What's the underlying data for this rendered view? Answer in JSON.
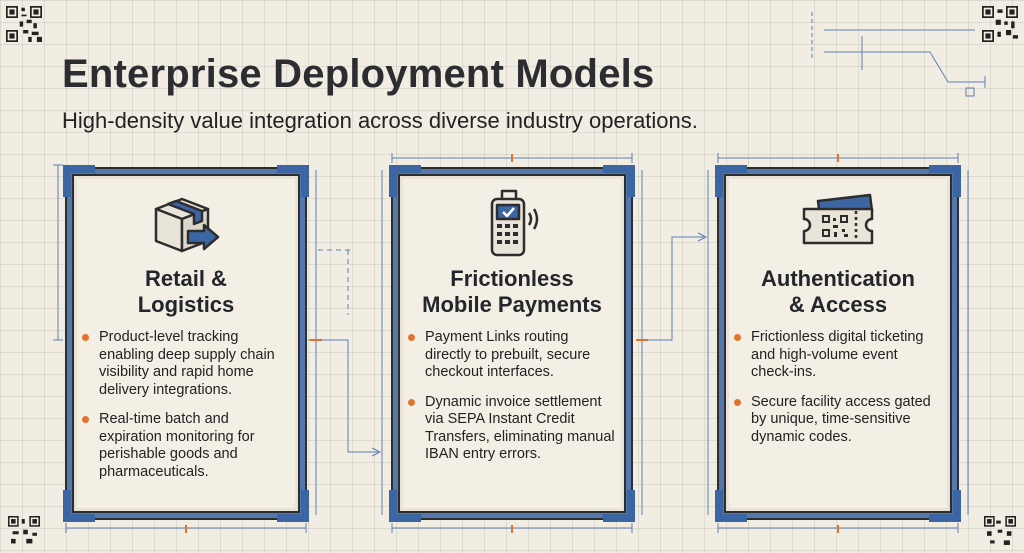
{
  "header": {
    "title": "Enterprise Deployment Models",
    "subtitle": "High-density value integration across diverse industry operations."
  },
  "colors": {
    "accent_blue": "#3c66a3",
    "accent_orange": "#e0742e",
    "background": "#f1ede3",
    "text_dark": "#2b2d31"
  },
  "cards": [
    {
      "icon": "package-box-icon",
      "title_line1": "Retail &",
      "title_line2": "Logistics",
      "bullets": [
        "Product-level tracking enabling deep supply chain visibility and rapid home delivery integrations.",
        "Real-time batch and expiration monitoring for perishable goods and pharmaceuticals."
      ]
    },
    {
      "icon": "payment-terminal-icon",
      "title_line1": "Frictionless",
      "title_line2": "Mobile Payments",
      "bullets": [
        "Payment Links routing directly to prebuilt, secure checkout interfaces.",
        "Dynamic invoice settlement via SEPA Instant Credit Transfers, eliminating manual IBAN entry errors."
      ]
    },
    {
      "icon": "qr-ticket-icon",
      "title_line1": "Authentication",
      "title_line2": "& Access",
      "bullets": [
        "Frictionless digital ticketing and high-volume event check-ins.",
        "Secure facility access gated by unique, time-sensitive dynamic codes."
      ]
    }
  ]
}
